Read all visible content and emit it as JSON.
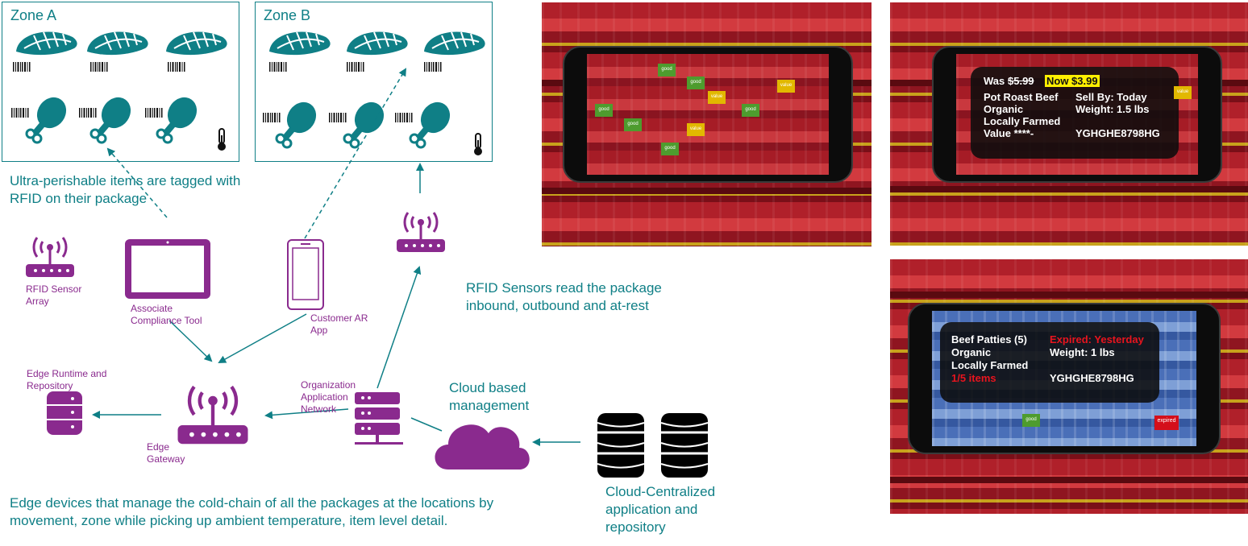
{
  "zones": [
    {
      "title": "Zone A"
    },
    {
      "title": "Zone B"
    }
  ],
  "captions": {
    "ultra_perishable": "Ultra-perishable  items are tagged with RFID on their package",
    "rfid_sensors_read": "RFID Sensors read the package inbound, outbound and at-rest",
    "cloud_based": "Cloud based management",
    "cloud_centralized": "Cloud-Centralized application and repository",
    "edge_devices": "Edge devices that manage the cold-chain of all the packages at the locations by movement, zone while picking up ambient temperature, item level detail."
  },
  "labels": {
    "rfid_sensor_array": "RFID Sensor Array",
    "associate_tool": "Associate Compliance Tool",
    "customer_ar": "Customer AR App",
    "edge_runtime": "Edge Runtime and Repository",
    "edge_gateway": "Edge Gateway",
    "org_network": "Organization Application Network"
  },
  "phone_panels": {
    "panel1_tags": [
      "good",
      "good",
      "good",
      "good",
      "good",
      "good",
      "value",
      "value",
      "value"
    ],
    "panel2": {
      "was_label": "Was",
      "was_price": "$5.99",
      "now_price": "Now $3.99",
      "product": "Pot Roast Beef",
      "line2": "Organic",
      "line3": "Locally Farmed",
      "value": "Value ****-",
      "sell_by": "Sell By: Today",
      "weight": "Weight: 1.5 lbs",
      "code": "YGHGHE8798HG",
      "tag": "value"
    },
    "panel3": {
      "product": "Beef Patties (5)",
      "line2": "Organic",
      "line3": "Locally Farmed",
      "items": "1/5 items",
      "expired": "Expired: Yesterday",
      "weight": "Weight: 1 lbs",
      "code": "YGHGHE8798HG",
      "tag_good": "good",
      "tag_expired": "expired"
    }
  },
  "colors": {
    "teal": "#0f7f86",
    "purple": "#8a2a8e",
    "expired_red": "#e8141e",
    "price_highlight": "#ffef00"
  }
}
